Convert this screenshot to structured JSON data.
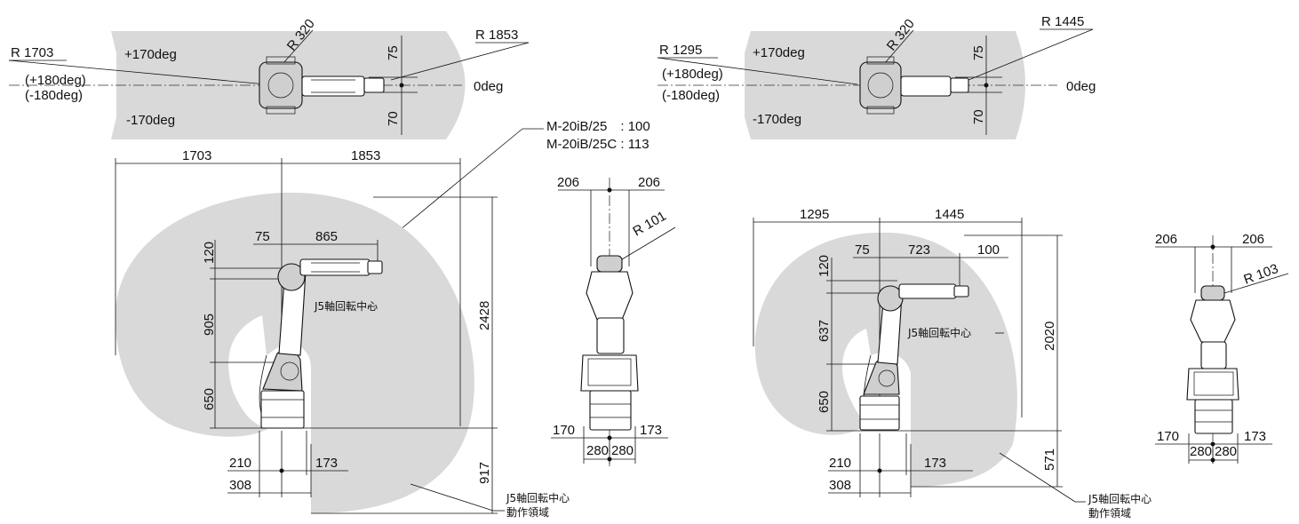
{
  "left_top_view": {
    "radius_back": "R 1703",
    "radius_front": "R 1853",
    "radius_small": "R 320",
    "angle_pos": "+170deg",
    "angle_neg": "-170deg",
    "angle_pos180": "(+180deg)",
    "angle_neg180": "(-180deg)",
    "angle_zero": "0deg",
    "offset_top": "75",
    "offset_bottom": "70"
  },
  "model_note": {
    "line1": "M-20iB/25　: 100",
    "line2": "M-20iB/25C : 113"
  },
  "left_side_view": {
    "width_back": "1703",
    "width_front": "1853",
    "dim_75": "75",
    "dim_865": "865",
    "dim_120": "120",
    "dim_905": "905",
    "dim_650": "650",
    "dim_2428": "2428",
    "dim_917": "917",
    "dim_210": "210",
    "dim_173": "173",
    "dim_308": "308",
    "j5_center": "J5軸回転中心"
  },
  "left_front_view": {
    "w_left": "206",
    "w_right": "206",
    "radius": "R 101",
    "base_left": "170",
    "base_right": "173",
    "foot_left": "280",
    "foot_right": "280"
  },
  "right_top_view": {
    "radius_back": "R 1295",
    "radius_front": "R 1445",
    "radius_small": "R 320",
    "angle_pos": "+170deg",
    "angle_neg": "-170deg",
    "angle_pos180": "(+180deg)",
    "angle_neg180": "(-180deg)",
    "angle_zero": "0deg",
    "offset_top": "75",
    "offset_bottom": "70"
  },
  "right_side_view": {
    "width_back": "1295",
    "width_front": "1445",
    "dim_75": "75",
    "dim_723": "723",
    "dim_100": "100",
    "dim_120": "120",
    "dim_637": "637",
    "dim_650": "650",
    "dim_2020": "2020",
    "dim_571": "571",
    "dim_210": "210",
    "dim_173": "173",
    "dim_308": "308",
    "j5_center": "J5軸回転中心"
  },
  "right_front_view": {
    "w_left": "206",
    "w_right": "206",
    "radius": "R 103",
    "base_left": "170",
    "base_right": "173",
    "foot_left": "280",
    "foot_right": "280"
  },
  "j5_area_label_left": {
    "line1": "J5軸回転中心",
    "line2": "動作領域"
  },
  "j5_area_label_right": {
    "line1": "J5軸回転中心",
    "line2": "動作領域"
  }
}
